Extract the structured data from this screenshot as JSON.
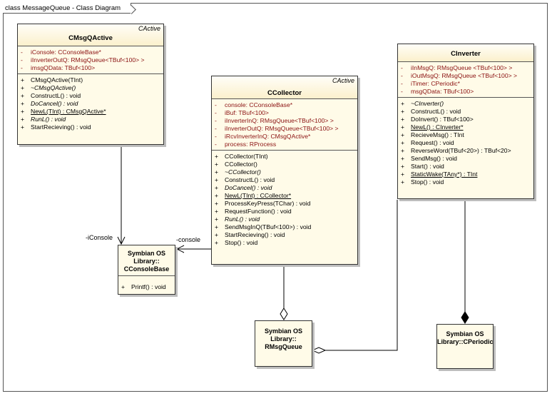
{
  "diagram_title": "class MessageQueue - Class Diagram",
  "classes": {
    "msgqactive": {
      "name": "CMsgQActive",
      "stereotype": "CActive",
      "attributes": [
        {
          "vis": "-",
          "text": "iConsole:  CConsoleBase*"
        },
        {
          "vis": "-",
          "text": "iInverterOutQ:  RMsgQueue<TBuf<100> >"
        },
        {
          "vis": "-",
          "text": "imsgQData:  TBuf<100>"
        }
      ],
      "operations": [
        {
          "vis": "+",
          "text": "CMsgQActive(TInt)",
          "style": ""
        },
        {
          "vis": "+",
          "text": "~CMsgQActive()",
          "style": "italic"
        },
        {
          "vis": "+",
          "text": "ConstructL() : void",
          "style": ""
        },
        {
          "vis": "+",
          "text": "DoCancel() : void",
          "style": "italic"
        },
        {
          "vis": "+",
          "text": "NewL(TInt) : CMsgQActive*",
          "style": "underline"
        },
        {
          "vis": "+",
          "text": "RunL() : void",
          "style": "italic"
        },
        {
          "vis": "+",
          "text": "StartRecieving() : void",
          "style": ""
        }
      ]
    },
    "collector": {
      "name": "CCollector",
      "stereotype": "CActive",
      "attributes": [
        {
          "vis": "-",
          "text": "console:  CConsoleBase*"
        },
        {
          "vis": "-",
          "text": "iBuf:  TBuf<100>"
        },
        {
          "vis": "-",
          "text": "iInverterInQ:  RMsgQueue<TBuf<100> >"
        },
        {
          "vis": "-",
          "text": "iInverterOutQ:  RMsgQueue<TBuf<100> >"
        },
        {
          "vis": "-",
          "text": "iRcvInverterInQ:  CMsgQActive*"
        },
        {
          "vis": "-",
          "text": "process:  RProcess"
        }
      ],
      "operations": [
        {
          "vis": "+",
          "text": "CCollector(TInt)",
          "style": ""
        },
        {
          "vis": "+",
          "text": "CCollector()",
          "style": ""
        },
        {
          "vis": "+",
          "text": "~CCollector()",
          "style": "italic"
        },
        {
          "vis": "+",
          "text": "ConstructL() : void",
          "style": ""
        },
        {
          "vis": "+",
          "text": "DoCancel() : void",
          "style": "italic"
        },
        {
          "vis": "+",
          "text": "NewL(TInt) : CCollector*",
          "style": "underline"
        },
        {
          "vis": "+",
          "text": "ProcessKeyPress(TChar) : void",
          "style": ""
        },
        {
          "vis": "+",
          "text": "RequestFunction() : void",
          "style": ""
        },
        {
          "vis": "+",
          "text": "RunL() : void",
          "style": "italic"
        },
        {
          "vis": "+",
          "text": "SendMsgInQ(TBuf<100>) : void",
          "style": ""
        },
        {
          "vis": "+",
          "text": "StartRecieving() : void",
          "style": ""
        },
        {
          "vis": "+",
          "text": "Stop() : void",
          "style": ""
        }
      ]
    },
    "inverter": {
      "name": "CInverter",
      "stereotype": "",
      "attributes": [
        {
          "vis": "-",
          "text": "iInMsgQ:  RMsgQueue <TBuf<100> >"
        },
        {
          "vis": "-",
          "text": "iOutMsgQ:  RMsgQueue <TBuf<100> >"
        },
        {
          "vis": "-",
          "text": "iTimer:  CPeriodic*"
        },
        {
          "vis": "-",
          "text": "msgQData:  TBuf<100>"
        }
      ],
      "operations": [
        {
          "vis": "+",
          "text": "~CInverter()",
          "style": "italic"
        },
        {
          "vis": "+",
          "text": "ConstructL() : void",
          "style": ""
        },
        {
          "vis": "+",
          "text": "DoInvert() : TBuf<100>",
          "style": ""
        },
        {
          "vis": "+",
          "text": "NewL() : CInverter*",
          "style": "underline"
        },
        {
          "vis": "+",
          "text": "RecieveMsg() : TInt",
          "style": ""
        },
        {
          "vis": "+",
          "text": "Request() : void",
          "style": ""
        },
        {
          "vis": "+",
          "text": "ReverseWord(TBuf<20>) : TBuf<20>",
          "style": ""
        },
        {
          "vis": "+",
          "text": "SendMsg() : void",
          "style": ""
        },
        {
          "vis": "+",
          "text": "Start() : void",
          "style": ""
        },
        {
          "vis": "+",
          "text": "StaticWake(TAny*) : TInt",
          "style": "underline"
        },
        {
          "vis": "+",
          "text": "Stop() : void",
          "style": ""
        }
      ]
    }
  },
  "libraries": {
    "consolebase": {
      "lines": [
        "Symbian OS",
        "Library::",
        "CConsoleBase"
      ],
      "operations": [
        {
          "vis": "+",
          "text": "Printf() : void"
        }
      ]
    },
    "rmsgqueue": {
      "lines": [
        "Symbian OS",
        "Library::",
        "RMsgQueue"
      ]
    },
    "cperiodic": {
      "lines": [
        "Symbian OS",
        "Library::CPeriodic"
      ]
    }
  },
  "role_labels": {
    "iconsole": "-iConsole",
    "console": "-console"
  },
  "colors": {
    "class_fill": "#fffbe8",
    "attribute_text": "#8a1010",
    "line": "#000000"
  }
}
